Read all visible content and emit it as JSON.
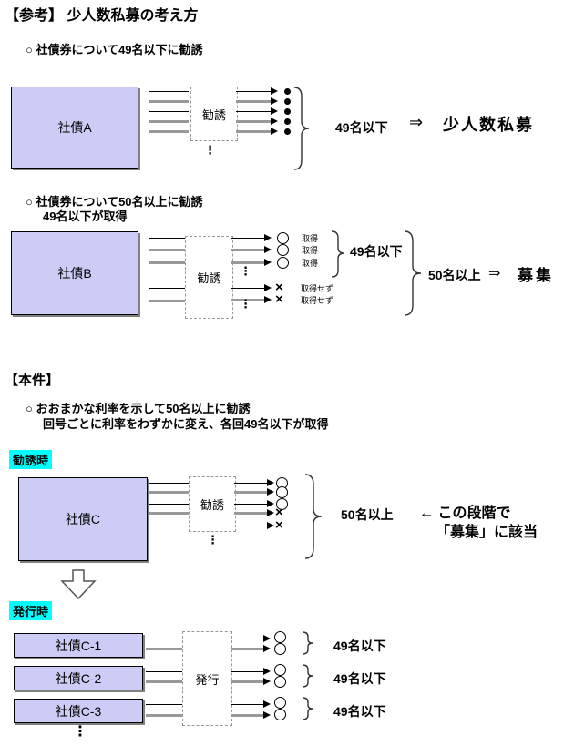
{
  "header": {
    "title": "【参考】 少人数私募の考え方"
  },
  "sanko": {
    "bullet1": "○ 社債券について49名以下に勧誘",
    "bullet2_line1": "○ 社債券について50名以上に勧誘",
    "bullet2_line2": "49名以下が取得"
  },
  "diagram_a": {
    "box_label": "社債A",
    "process_label": "勧誘",
    "count_label": "49名以下",
    "implies": "⇒",
    "result_label": "少人数私募"
  },
  "diagram_b": {
    "box_label": "社債B",
    "process_label": "勧誘",
    "acquired_label": "取得",
    "not_acquired_label": "取得せず",
    "not_acquired_mark": "×",
    "subcount_label": "49名以下",
    "count_label": "50名以上",
    "implies": "⇒",
    "result_label": "募集"
  },
  "honken": {
    "heading": "【本件】",
    "bullet_line1": "○ おおまかな利率を示して50名以上に勧誘",
    "bullet_line2": "回号ごとに利率をわずかに変え、各回49名以下が取得",
    "stage1_label": "勧誘時",
    "stage2_label": "発行時"
  },
  "diagram_c": {
    "box_label": "社債C",
    "process_label": "勧誘",
    "not_acquired_mark": "×",
    "count_label": "50名以上",
    "note_line1": "← この段階で",
    "note_line2": "「募集」に該当"
  },
  "diagram_d": {
    "process_label": "発行",
    "rows": [
      {
        "box_label": "社債C-1",
        "count_label": "49名以下"
      },
      {
        "box_label": "社債C-2",
        "count_label": "49名以下"
      },
      {
        "box_label": "社債C-3",
        "count_label": "49名以下"
      }
    ]
  },
  "symbols": {
    "vdots": "⋮"
  },
  "colors": {
    "box_fill": "#ccccf6",
    "highlight": "#00ffff",
    "thick_line": "#999999",
    "shadow": "#808080"
  }
}
